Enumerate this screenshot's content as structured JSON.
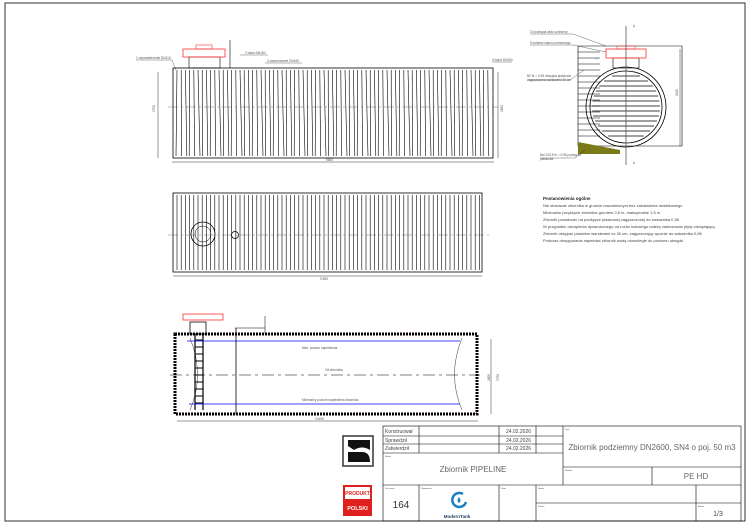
{
  "drawing": {
    "side_view": {
      "length_dim": "9800",
      "height_dim_left": "2700",
      "height_dim_right": "2615",
      "callouts": [
        "1 odpowietrzenie DN110",
        "2 wlew DN160",
        "3 zaworowanie DN160",
        "4 wylot DN160"
      ]
    },
    "end_view": {
      "callouts": [
        "10 pokrywa właz ochronny",
        "9 kołnierz włazu ochronnego",
        "7",
        "B2 fs = 0.96 obsypka piaskowa zagęszczona warstwami 30 cm",
        "Bal 10/15 fs = 0.96 podsypka piaskowa"
      ],
      "height_dim": "3440",
      "section_marks": [
        "A",
        "A"
      ]
    },
    "top_view": {
      "length_dim": "9 800"
    },
    "section_view": {
      "length_dim": "10150",
      "height_dims": [
        "2600",
        "2750"
      ],
      "max_level": "Max. poziom napełnienia",
      "axis": "Oś zbiornika",
      "min_level": "Minimalny poziom napełnienia zbiornika"
    },
    "notes": {
      "title": "Postanowienia ogólne",
      "lines": [
        "Nie stosować zbiornika w gruncie nawodnionym bez zakotwienia dodatkowego",
        "Minimalne przykrycie zbiornika gruntem 0,8 m, maksymalne 1,5 m",
        "Zbiornik posadowić na podsypce piaskowej zagęszczonej do wskaźnika 0,96",
        "W przypadku obciążenia dynamicznego od ruchu kołowego należy zastosować płytę odciążającą",
        "Zbiornik obsypać piaskiem warstwami co 30 cm, zagęszczając ręcznie do wskaźnika 0,96",
        "Podczas obsypywania napełniać zbiornik wodą równolegle do poziomu obsypki"
      ]
    }
  },
  "title_block": {
    "rows": [
      {
        "label": "Konstruował",
        "name": "",
        "date": "24.02.2026"
      },
      {
        "label": "Sprawdził",
        "name": "",
        "date": "24.02.2026"
      },
      {
        "label": "Zatwierdził",
        "name": "",
        "date": "24.02.2026"
      }
    ],
    "product_label": "Nazwa",
    "product": "Zbiornik PIPELINE",
    "title_label": "Tytuł",
    "title": "Zbiornik podziemny DN2600, SN4 o poj. 50 m3",
    "material_label": "Materiał",
    "material": "PE HD",
    "number_label": "Nr rysunku",
    "number": "164",
    "company_label": "Wykonawca",
    "company": "ModernTank",
    "scale_label": "Skala",
    "sheet_label": "Arkusz",
    "sheet": "1/3",
    "name_label": "Nazwa",
    "format_label": "Format",
    "produkt_polski": [
      "PRODUKT",
      "POLSKI"
    ]
  },
  "colors": {
    "flange": "#ff3030",
    "water_level": "#0000ff",
    "gravel": "#7a7a1a",
    "produkt_red": "#e0201e",
    "modern_blue": "#1a7fc1"
  }
}
